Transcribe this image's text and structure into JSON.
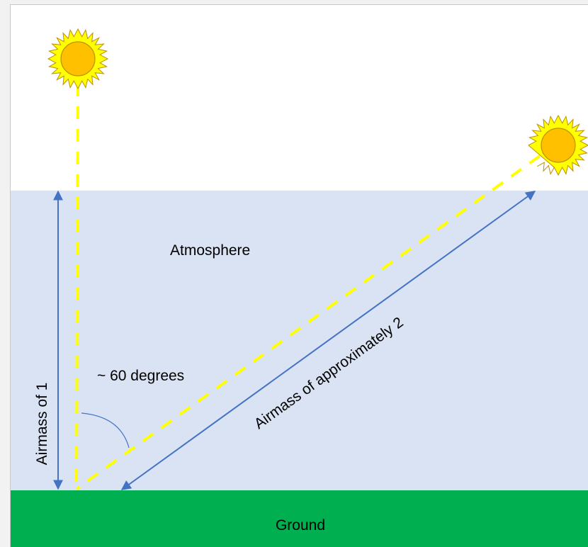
{
  "labels": {
    "atmosphere": "Atmosphere",
    "ground": "Ground",
    "airmass_vertical": "Airmass of 1",
    "airmass_slant": "Airmass of approximately 2",
    "angle": "~ 60 degrees"
  },
  "colors": {
    "sky": "#ffffff",
    "atmosphere": "#dae3f3",
    "ground": "#00b050",
    "arrow": "#4472c4",
    "sun_ray": "#ffff00",
    "sun_fill": "#ffc000",
    "sun_rays_fill": "#ffff00",
    "sun_outline": "#bf9000"
  },
  "icons": {
    "overhead_sun": "sun-icon",
    "low_sun": "sun-icon"
  }
}
